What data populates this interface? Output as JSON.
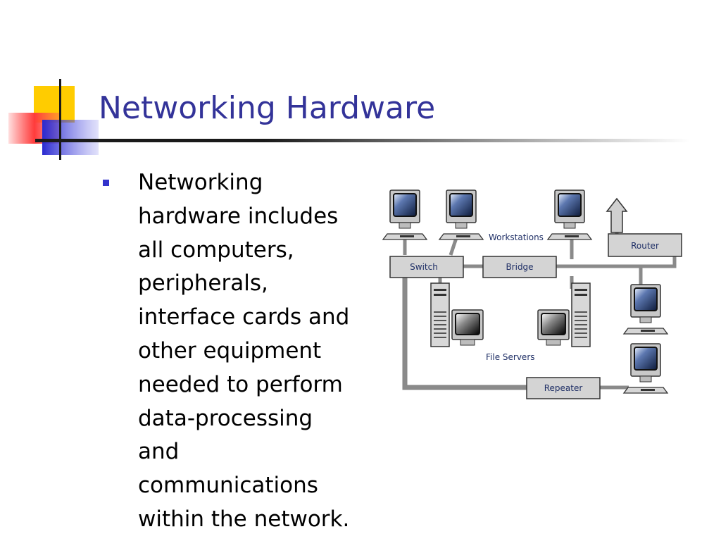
{
  "slide": {
    "title": "Networking Hardware",
    "bullet_lines": [
      "Networking",
      "hardware includes",
      "all computers,",
      "peripherals,",
      "interface cards and",
      "other equipment",
      "needed to perform",
      "data-processing",
      "and",
      "communications",
      "within the network."
    ]
  },
  "diagram": {
    "labels": {
      "workstations": "Workstations",
      "router": "Router",
      "switch": "Switch",
      "bridge": "Bridge",
      "file_servers": "File Servers",
      "repeater": "Repeater"
    }
  },
  "colors": {
    "title": "#333399",
    "bullet": "#3333cc",
    "logo_yellow": "#ffcc00",
    "logo_red": "#ff4040",
    "logo_blue": "#2f2fd0"
  }
}
